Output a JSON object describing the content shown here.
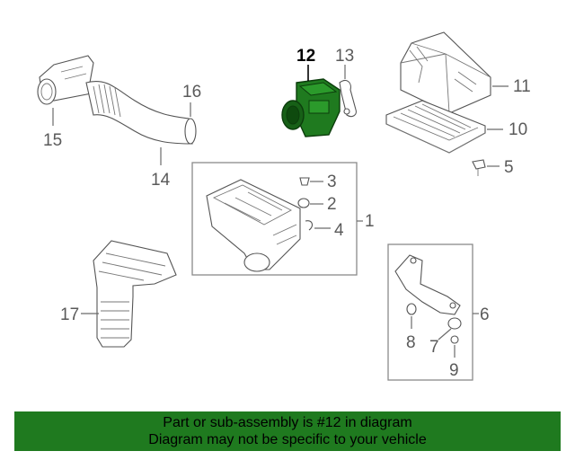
{
  "diagram": {
    "highlighted_part": "12",
    "callouts": {
      "c1": "1",
      "c2": "2",
      "c3": "3",
      "c4": "4",
      "c5": "5",
      "c6": "6",
      "c7": "7",
      "c8": "8",
      "c9": "9",
      "c10": "10",
      "c11": "11",
      "c12": "12",
      "c13": "13",
      "c14": "14",
      "c15": "15",
      "c16": "16",
      "c17": "17"
    },
    "colors": {
      "banner": "#1f7a1f",
      "highlight_part": "#1f7a1f"
    }
  },
  "banner": {
    "line1": "Part or sub-assembly is #12 in diagram",
    "line2": "Diagram may not be specific to your vehicle"
  }
}
